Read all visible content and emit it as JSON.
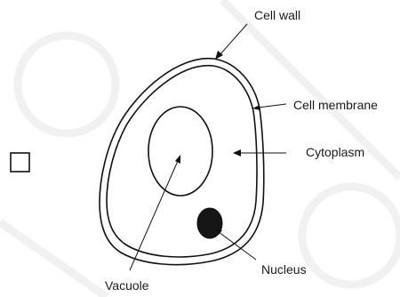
{
  "labels": {
    "cell_wall": "Cell wall",
    "cell_membrane": "Cell membrane",
    "cytoplasm": "Cytoplasm",
    "nucleus": "Nucleus",
    "vacuole": "Vacuole"
  }
}
